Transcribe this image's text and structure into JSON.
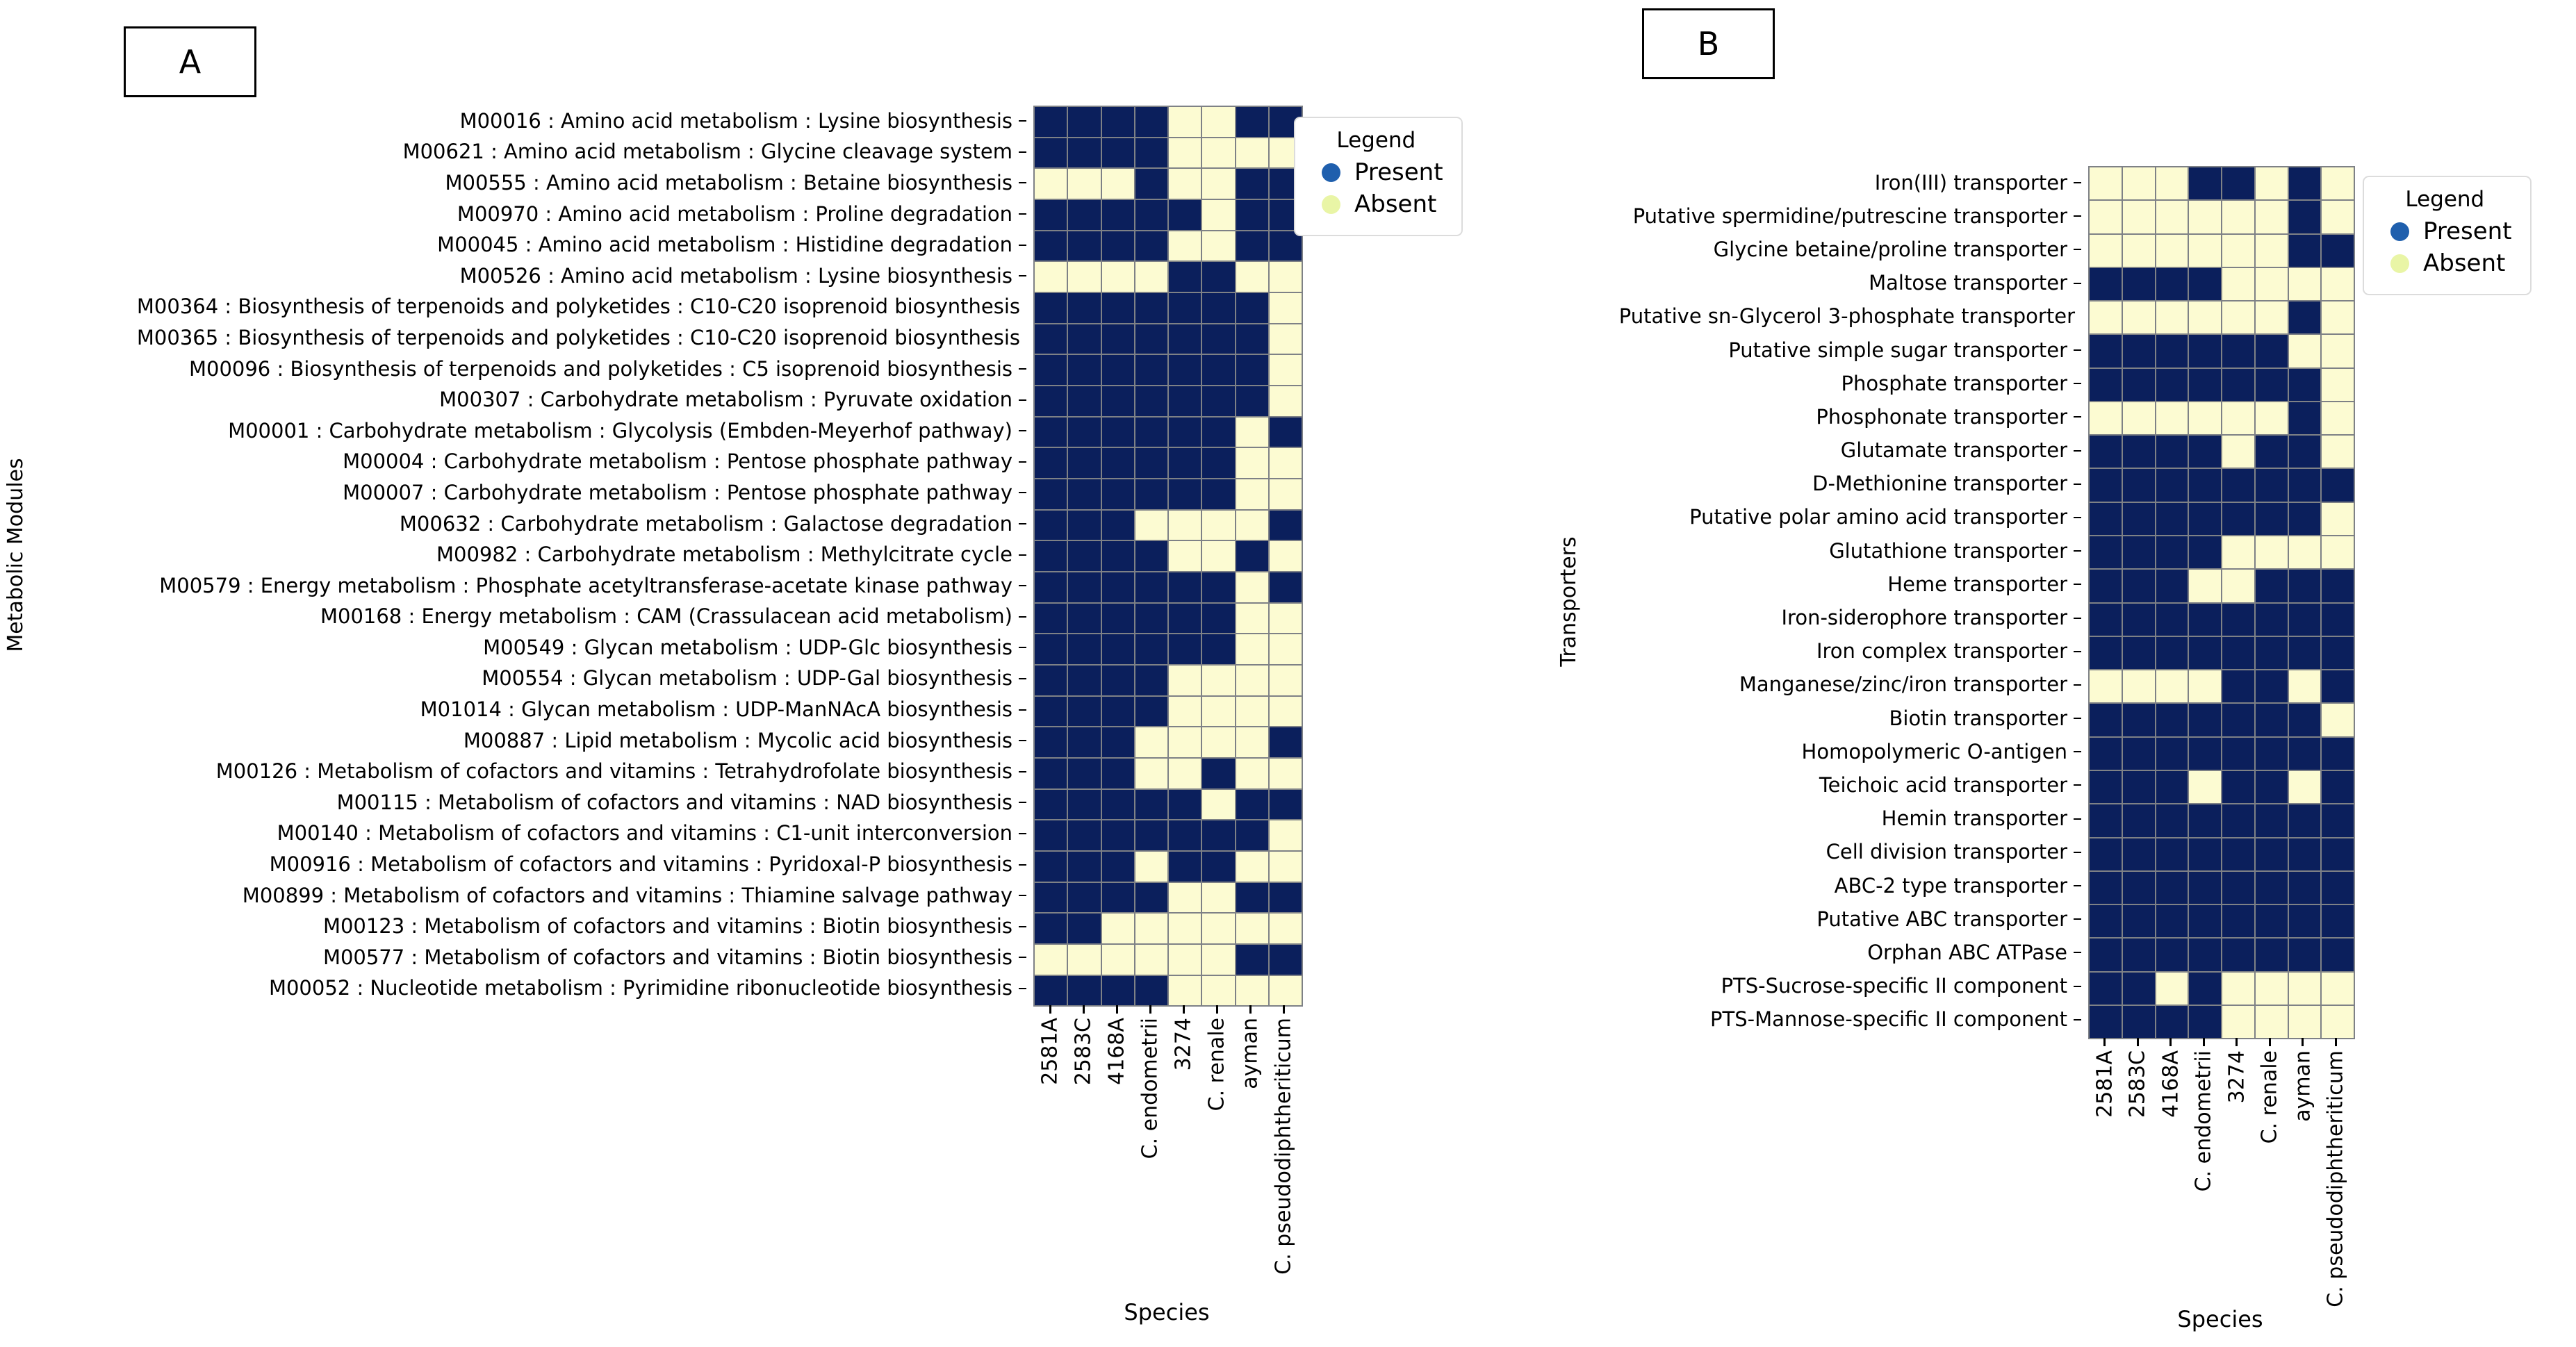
{
  "figure": {
    "panel_a_tag": "A",
    "panel_b_tag": "B"
  },
  "legend": {
    "title": "Legend",
    "present_label": "Present",
    "absent_label": "Absent",
    "present_color": "#1f5fad",
    "absent_color": "#e9f5a6",
    "cell_present_color": "#0b1f5c",
    "cell_absent_color": "#fcfbd2"
  },
  "chart_data": [
    {
      "type": "heatmap",
      "panel": "A",
      "title": "",
      "xlabel": "Species",
      "ylabel": "Metabolic Modules",
      "legend_position": "right",
      "value_encoding": {
        "1": "Present",
        "0": "Absent"
      },
      "categories": [
        "2581A",
        "2583C",
        "4168A",
        "C. endometrii",
        "3274",
        "C. renale",
        "ayman",
        "C. pseudodiphtheriticum"
      ],
      "rows": [
        "M00016 : Amino acid metabolism : Lysine biosynthesis",
        "M00621 : Amino acid metabolism : Glycine cleavage system",
        "M00555 : Amino acid metabolism : Betaine biosynthesis",
        "M00970 : Amino acid metabolism  : Proline degradation",
        "M00045 : Amino acid metabolism  : Histidine degradation",
        "M00526 : Amino acid metabolism  : Lysine biosynthesis",
        "M00364 : Biosynthesis of terpenoids and polyketides : C10-C20 isoprenoid biosynthesis",
        "M00365 : Biosynthesis of terpenoids and polyketides : C10-C20 isoprenoid biosynthesis",
        "M00096 : Biosynthesis of terpenoids and polyketides  : C5 isoprenoid biosynthesis",
        "M00307 : Carbohydrate metabolism : Pyruvate oxidation",
        "M00001 : Carbohydrate metabolism : Glycolysis (Embden-Meyerhof pathway)",
        "M00004 : Carbohydrate metabolism : Pentose phosphate pathway",
        "M00007 : Carbohydrate metabolism : Pentose phosphate pathway",
        "M00632 : Carbohydrate metabolism : Galactose degradation",
        "M00982 : Carbohydrate metabolism  : Methylcitrate cycle",
        "M00579 : Energy metabolism : Phosphate acetyltransferase-acetate kinase pathway",
        "M00168 : Energy metabolism : CAM (Crassulacean acid metabolism)",
        "M00549 : Glycan metabolism : UDP-Glc biosynthesis",
        "M00554 : Glycan metabolism : UDP-Gal biosynthesis",
        "M01014 : Glycan metabolism  : UDP-ManNAcA biosynthesis",
        "M00887 : Lipid metabolism : Mycolic acid biosynthesis",
        "M00126 : Metabolism of cofactors and vitamins : Tetrahydrofolate biosynthesis",
        "M00115 : Metabolism of cofactors and vitamins : NAD biosynthesis",
        "M00140 : Metabolism of cofactors and vitamins : C1-unit interconversion",
        "M00916 : Metabolism of cofactors and vitamins : Pyridoxal-P biosynthesis",
        "M00899 : Metabolism of cofactors and vitamins  : Thiamine salvage pathway",
        "M00123 : Metabolism of cofactors and vitamins  : Biotin biosynthesis",
        "M00577 : Metabolism of cofactors and vitamins  : Biotin biosynthesis",
        "M00052 : Nucleotide metabolism : Pyrimidine ribonucleotide biosynthesis"
      ],
      "values": [
        [
          1,
          1,
          1,
          1,
          0,
          0,
          1,
          1
        ],
        [
          1,
          1,
          1,
          1,
          0,
          0,
          0,
          0
        ],
        [
          0,
          0,
          0,
          1,
          0,
          0,
          1,
          1
        ],
        [
          1,
          1,
          1,
          1,
          1,
          0,
          1,
          1
        ],
        [
          1,
          1,
          1,
          1,
          0,
          0,
          1,
          1
        ],
        [
          0,
          0,
          0,
          0,
          1,
          1,
          0,
          0
        ],
        [
          1,
          1,
          1,
          1,
          1,
          1,
          1,
          0
        ],
        [
          1,
          1,
          1,
          1,
          1,
          1,
          1,
          0
        ],
        [
          1,
          1,
          1,
          1,
          1,
          1,
          1,
          0
        ],
        [
          1,
          1,
          1,
          1,
          1,
          1,
          1,
          0
        ],
        [
          1,
          1,
          1,
          1,
          1,
          1,
          0,
          1
        ],
        [
          1,
          1,
          1,
          1,
          1,
          1,
          0,
          0
        ],
        [
          1,
          1,
          1,
          1,
          1,
          1,
          0,
          0
        ],
        [
          1,
          1,
          1,
          0,
          0,
          0,
          0,
          1
        ],
        [
          1,
          1,
          1,
          1,
          0,
          0,
          1,
          0
        ],
        [
          1,
          1,
          1,
          1,
          1,
          1,
          0,
          1
        ],
        [
          1,
          1,
          1,
          1,
          1,
          1,
          0,
          0
        ],
        [
          1,
          1,
          1,
          1,
          1,
          1,
          0,
          0
        ],
        [
          1,
          1,
          1,
          1,
          0,
          0,
          0,
          0
        ],
        [
          1,
          1,
          1,
          1,
          0,
          0,
          0,
          0
        ],
        [
          1,
          1,
          1,
          0,
          0,
          0,
          0,
          1
        ],
        [
          1,
          1,
          1,
          0,
          0,
          1,
          0,
          0
        ],
        [
          1,
          1,
          1,
          1,
          1,
          0,
          1,
          1
        ],
        [
          1,
          1,
          1,
          1,
          1,
          1,
          1,
          0
        ],
        [
          1,
          1,
          1,
          0,
          1,
          1,
          0,
          0
        ],
        [
          1,
          1,
          1,
          1,
          0,
          0,
          1,
          1
        ],
        [
          1,
          1,
          0,
          0,
          0,
          0,
          0,
          0
        ],
        [
          0,
          0,
          0,
          0,
          0,
          0,
          1,
          1
        ],
        [
          1,
          1,
          1,
          1,
          0,
          0,
          0,
          0
        ]
      ]
    },
    {
      "type": "heatmap",
      "panel": "B",
      "title": "",
      "xlabel": "Species",
      "ylabel": "Transporters",
      "legend_position": "right",
      "value_encoding": {
        "1": "Present",
        "0": "Absent"
      },
      "categories": [
        "2581A",
        "2583C",
        "4168A",
        "C. endometrii",
        "3274",
        "C. renale",
        "ayman",
        "C. pseudodiphtheriticum"
      ],
      "rows": [
        "Iron(III) transporter",
        "Putative spermidine/putrescine transporter",
        "Glycine betaine/proline transporter",
        "Maltose transporter",
        "Putative sn-Glycerol 3-phosphate transporter",
        "Putative simple sugar transporter",
        "Phosphate transporter",
        "Phosphonate transporter",
        "Glutamate transporter",
        "D-Methionine transporter",
        "Putative polar amino acid transporter",
        "Glutathione transporter",
        "Heme transporter",
        "Iron-siderophore transporter",
        "Iron complex transporter",
        "Manganese/zinc/iron transporter",
        "Biotin transporter",
        "Homopolymeric O-antigen",
        "Teichoic acid transporter",
        "Hemin transporter",
        "Cell division transporter",
        "ABC-2 type transporter",
        "Putative ABC transporter",
        "Orphan ABC ATPase",
        "PTS-Sucrose-specific II component",
        "PTS-Mannose-specific II component"
      ],
      "values": [
        [
          0,
          0,
          0,
          1,
          1,
          0,
          1,
          0
        ],
        [
          0,
          0,
          0,
          0,
          0,
          0,
          1,
          0
        ],
        [
          0,
          0,
          0,
          0,
          0,
          0,
          1,
          1
        ],
        [
          1,
          1,
          1,
          1,
          0,
          0,
          0,
          0
        ],
        [
          0,
          0,
          0,
          0,
          0,
          0,
          1,
          0
        ],
        [
          1,
          1,
          1,
          1,
          1,
          1,
          0,
          0
        ],
        [
          1,
          1,
          1,
          1,
          1,
          1,
          1,
          0
        ],
        [
          0,
          0,
          0,
          0,
          0,
          0,
          1,
          0
        ],
        [
          1,
          1,
          1,
          1,
          0,
          1,
          1,
          0
        ],
        [
          1,
          1,
          1,
          1,
          1,
          1,
          1,
          1
        ],
        [
          1,
          1,
          1,
          1,
          1,
          1,
          1,
          0
        ],
        [
          1,
          1,
          1,
          1,
          0,
          0,
          0,
          0
        ],
        [
          1,
          1,
          1,
          0,
          0,
          1,
          1,
          1
        ],
        [
          1,
          1,
          1,
          1,
          1,
          1,
          1,
          1
        ],
        [
          1,
          1,
          1,
          1,
          1,
          1,
          1,
          1
        ],
        [
          0,
          0,
          0,
          0,
          1,
          1,
          0,
          1
        ],
        [
          1,
          1,
          1,
          1,
          1,
          1,
          1,
          0
        ],
        [
          1,
          1,
          1,
          1,
          1,
          1,
          1,
          1
        ],
        [
          1,
          1,
          1,
          0,
          1,
          1,
          0,
          1
        ],
        [
          1,
          1,
          1,
          1,
          1,
          1,
          1,
          1
        ],
        [
          1,
          1,
          1,
          1,
          1,
          1,
          1,
          1
        ],
        [
          1,
          1,
          1,
          1,
          1,
          1,
          1,
          1
        ],
        [
          1,
          1,
          1,
          1,
          1,
          1,
          1,
          1
        ],
        [
          1,
          1,
          1,
          1,
          1,
          1,
          1,
          1
        ],
        [
          1,
          1,
          0,
          1,
          0,
          0,
          0,
          0
        ],
        [
          1,
          1,
          1,
          1,
          0,
          0,
          0,
          0
        ]
      ]
    }
  ]
}
